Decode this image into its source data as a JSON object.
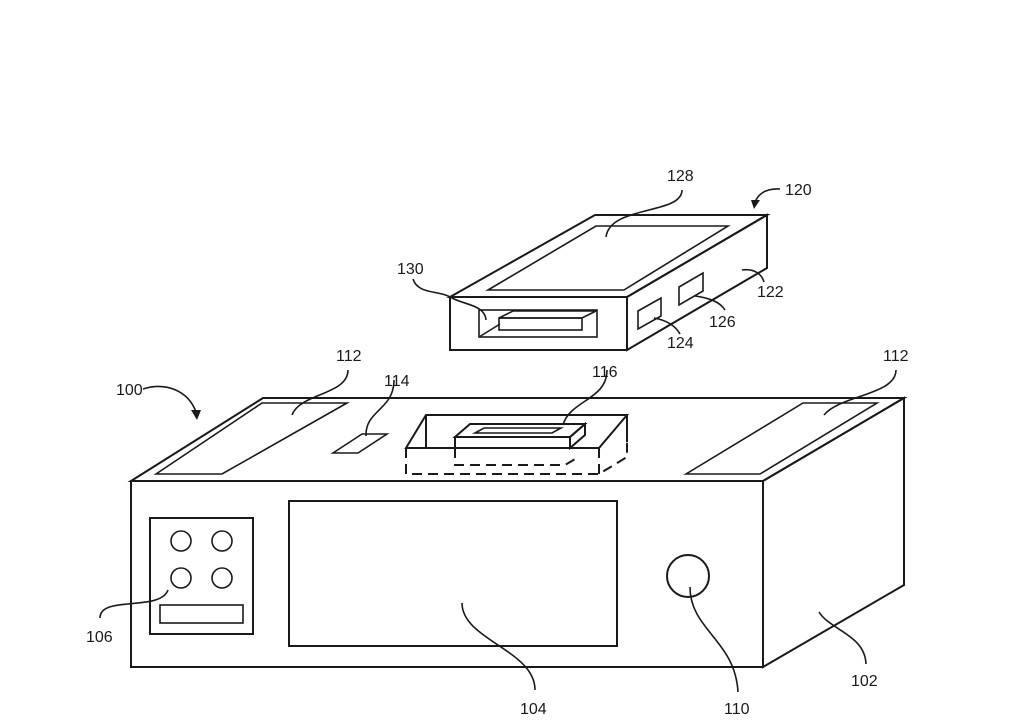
{
  "figure": {
    "type": "patent-drawing",
    "line_color": "#1a1a1a",
    "background": "#ffffff"
  },
  "labels": {
    "base_unit": "100",
    "base_side": "102",
    "base_display": "104",
    "base_keypad": "106",
    "base_knob": "110",
    "top_pad_left": "112",
    "top_pad_right": "112",
    "top_slot": "114",
    "dock_connector": "116",
    "portable_device": "120",
    "device_side": "122",
    "device_port_a": "124",
    "device_port_b": "126",
    "device_screen": "128",
    "device_connector": "130"
  }
}
